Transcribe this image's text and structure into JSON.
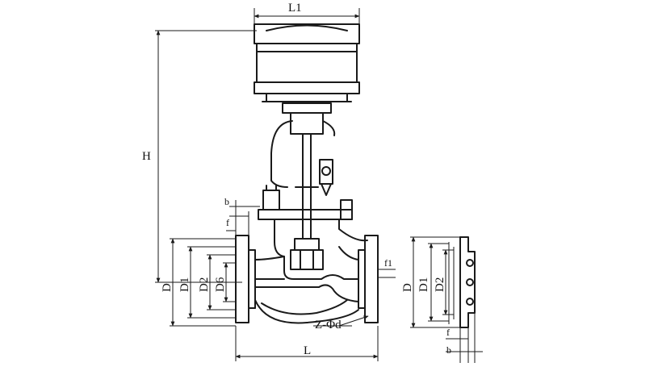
{
  "labels": {
    "L1": "L1",
    "H": "H",
    "b": "b",
    "f": "f",
    "f1": "f1",
    "D": "D",
    "D1": "D1",
    "D2": "D2",
    "D6": "D6",
    "Z_phi_d": "Z-Φd",
    "L": "L",
    "side_D": "D",
    "side_D1": "D1",
    "side_D2": "D2",
    "side_f": "f",
    "side_b": "b"
  }
}
